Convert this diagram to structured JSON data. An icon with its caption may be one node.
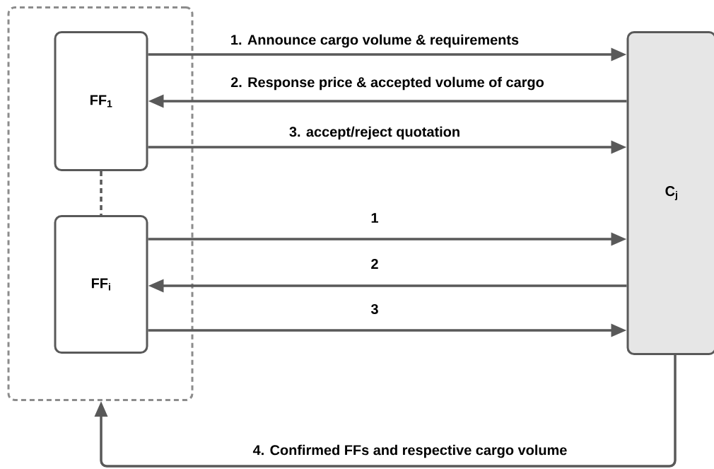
{
  "diagram": {
    "nodes": [
      {
        "text": [],
        "shape": "box"
      },
      {
        "text": [
          "FF$_{1}$"
        ],
        "in": 0
      },
      {
        "text": [
          "FF$_{i}$"
        ],
        "in": 0
      },
      {
        "text": [
          "C$_{j}$"
        ]
      }
    ],
    "edges": [
      {
        "from": 1,
        "to": 3,
        "arrow": "to",
        "label": "1. Announce cargo volume & requirements"
      },
      {
        "from": 3,
        "to": 1,
        "arrow": "to",
        "label": "2. Response price & accepted volume of cargo"
      },
      {
        "from": 1,
        "to": 3,
        "arrow": "to",
        "label": "3. accept/reject quotation"
      },
      {
        "from": 1,
        "to": 2,
        "arrow": "none",
        "style": "dashed"
      },
      {
        "from": 2,
        "to": 3,
        "arrow": "to",
        "label": "1"
      },
      {
        "from": 3,
        "to": 2,
        "arrow": "to",
        "label": "2"
      },
      {
        "from": 2,
        "to": 3,
        "arrow": "to",
        "label": "3"
      },
      {
        "from": 3,
        "to": 0,
        "arrow": "to",
        "label": "4. Confirmed FFs and respective cargo volume"
      }
    ]
  }
}
